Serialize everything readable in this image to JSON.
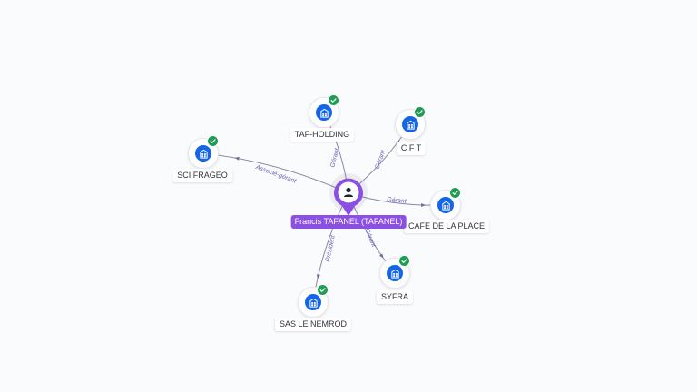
{
  "center": {
    "label": "Francis TAFANEL (TAFANEL)",
    "icon": "person-icon",
    "color": "#8b4fe3"
  },
  "companies": [
    {
      "label": "TAF-HOLDING",
      "relation": "Gérant",
      "icon": "company-icon",
      "verified": true
    },
    {
      "label": "C F T",
      "relation": "Gérant",
      "icon": "company-icon",
      "verified": true
    },
    {
      "label": "SCI FRAGEO",
      "relation": "Associé-gérant",
      "icon": "company-icon",
      "verified": true
    },
    {
      "label": "CAFE DE LA PLACE",
      "relation": "Gérant",
      "icon": "company-icon",
      "verified": true
    },
    {
      "label": "SYFRA",
      "relation": "Gérant",
      "icon": "company-icon",
      "verified": true
    },
    {
      "label": "SAS LE NEMROD",
      "relation": "Président",
      "icon": "company-icon",
      "verified": true
    }
  ],
  "colors": {
    "company_node": "#1565e8",
    "verified_badge": "#1f9d55",
    "edge": "#8a88a8",
    "edge_label": "#6a63b8"
  }
}
